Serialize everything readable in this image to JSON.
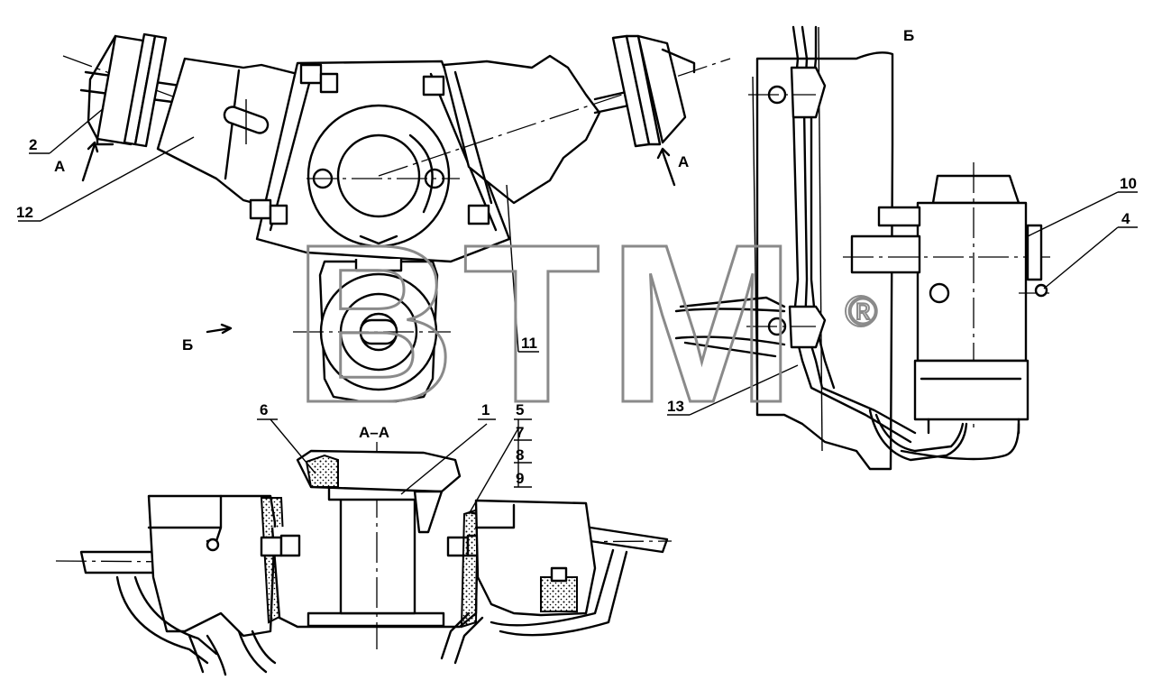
{
  "labels": {
    "p1": "1",
    "p2": "2",
    "p4": "4",
    "p5": "5",
    "p6": "6",
    "p7": "7",
    "p8": "8",
    "p9": "9",
    "p10": "10",
    "p11": "11",
    "p12": "12",
    "p13": "13"
  },
  "views": {
    "arrow_a_left": "А",
    "arrow_a_right": "А",
    "arrow_b": "Б",
    "view_b_title": "Б",
    "section_aa": "А–А"
  },
  "watermark": {
    "text": "BTM",
    "mark": "®"
  }
}
